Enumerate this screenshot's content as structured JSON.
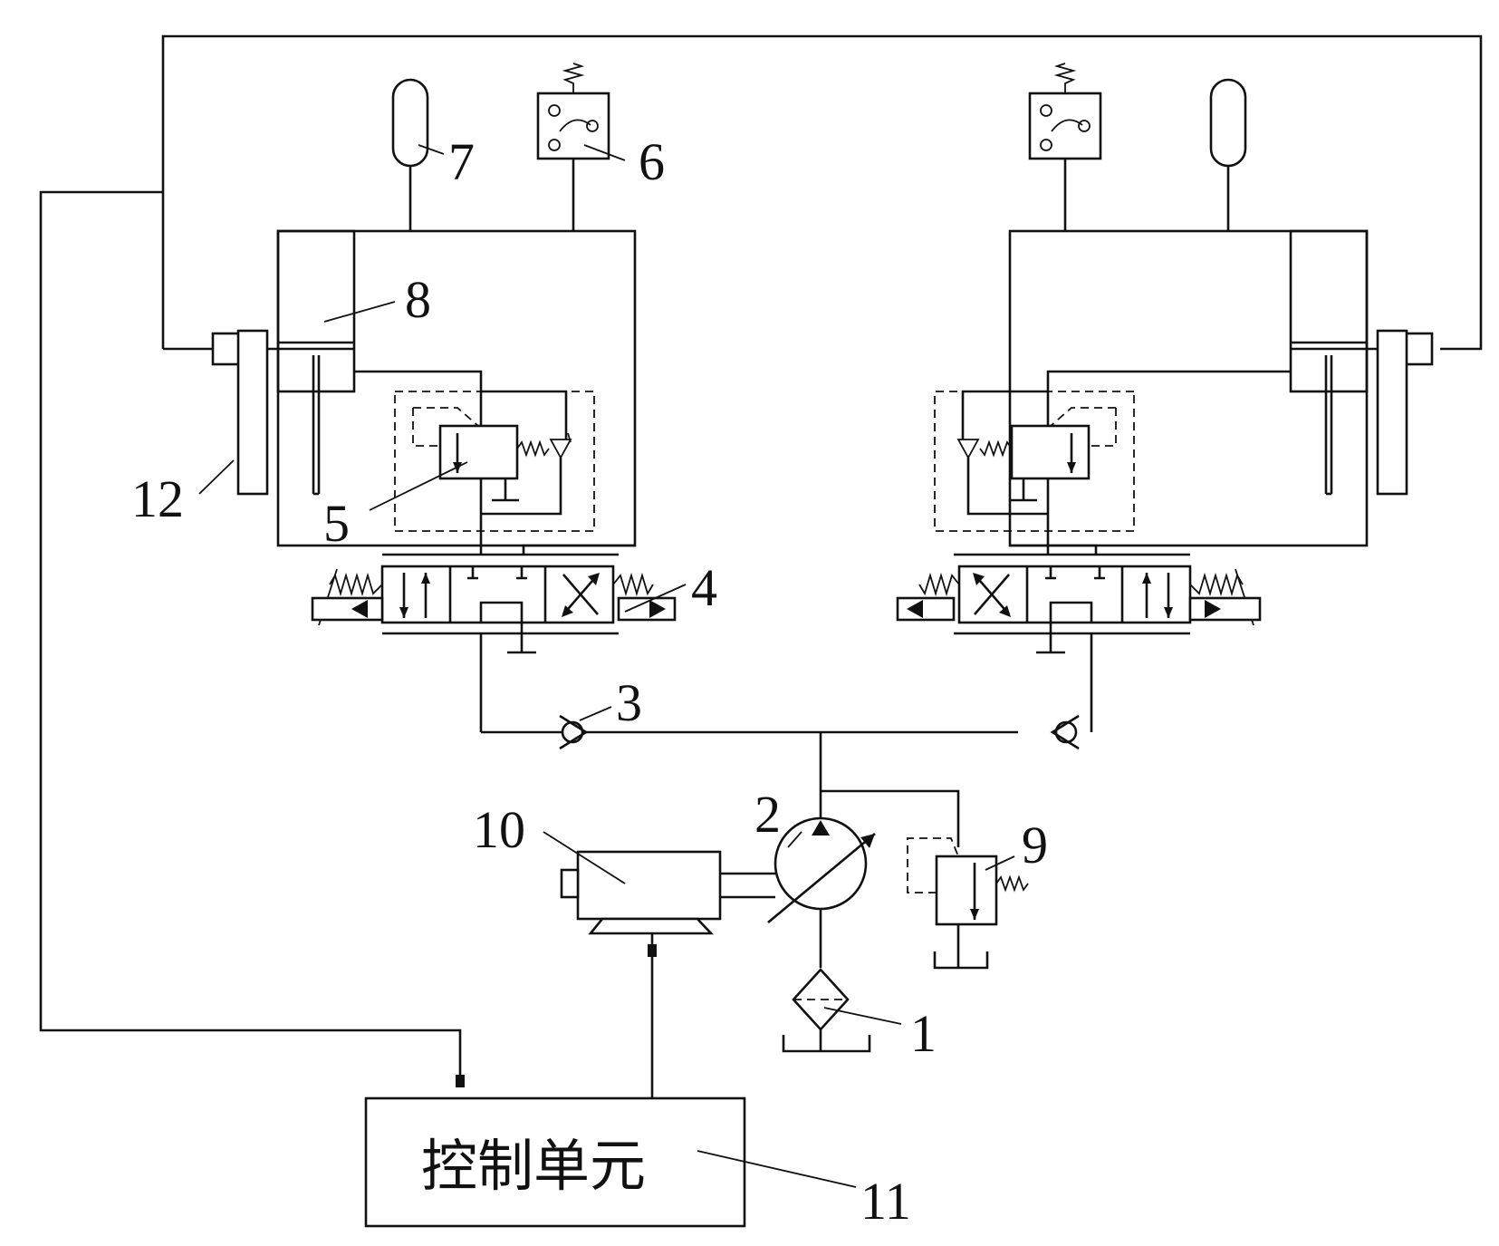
{
  "labels": {
    "l1": "1",
    "l2": "2",
    "l3": "3",
    "l4": "4",
    "l5": "5",
    "l6": "6",
    "l7": "7",
    "l8": "8",
    "l9": "9",
    "l10": "10",
    "l11": "11",
    "l12": "12"
  },
  "control_unit": {
    "text": "控制单元"
  }
}
